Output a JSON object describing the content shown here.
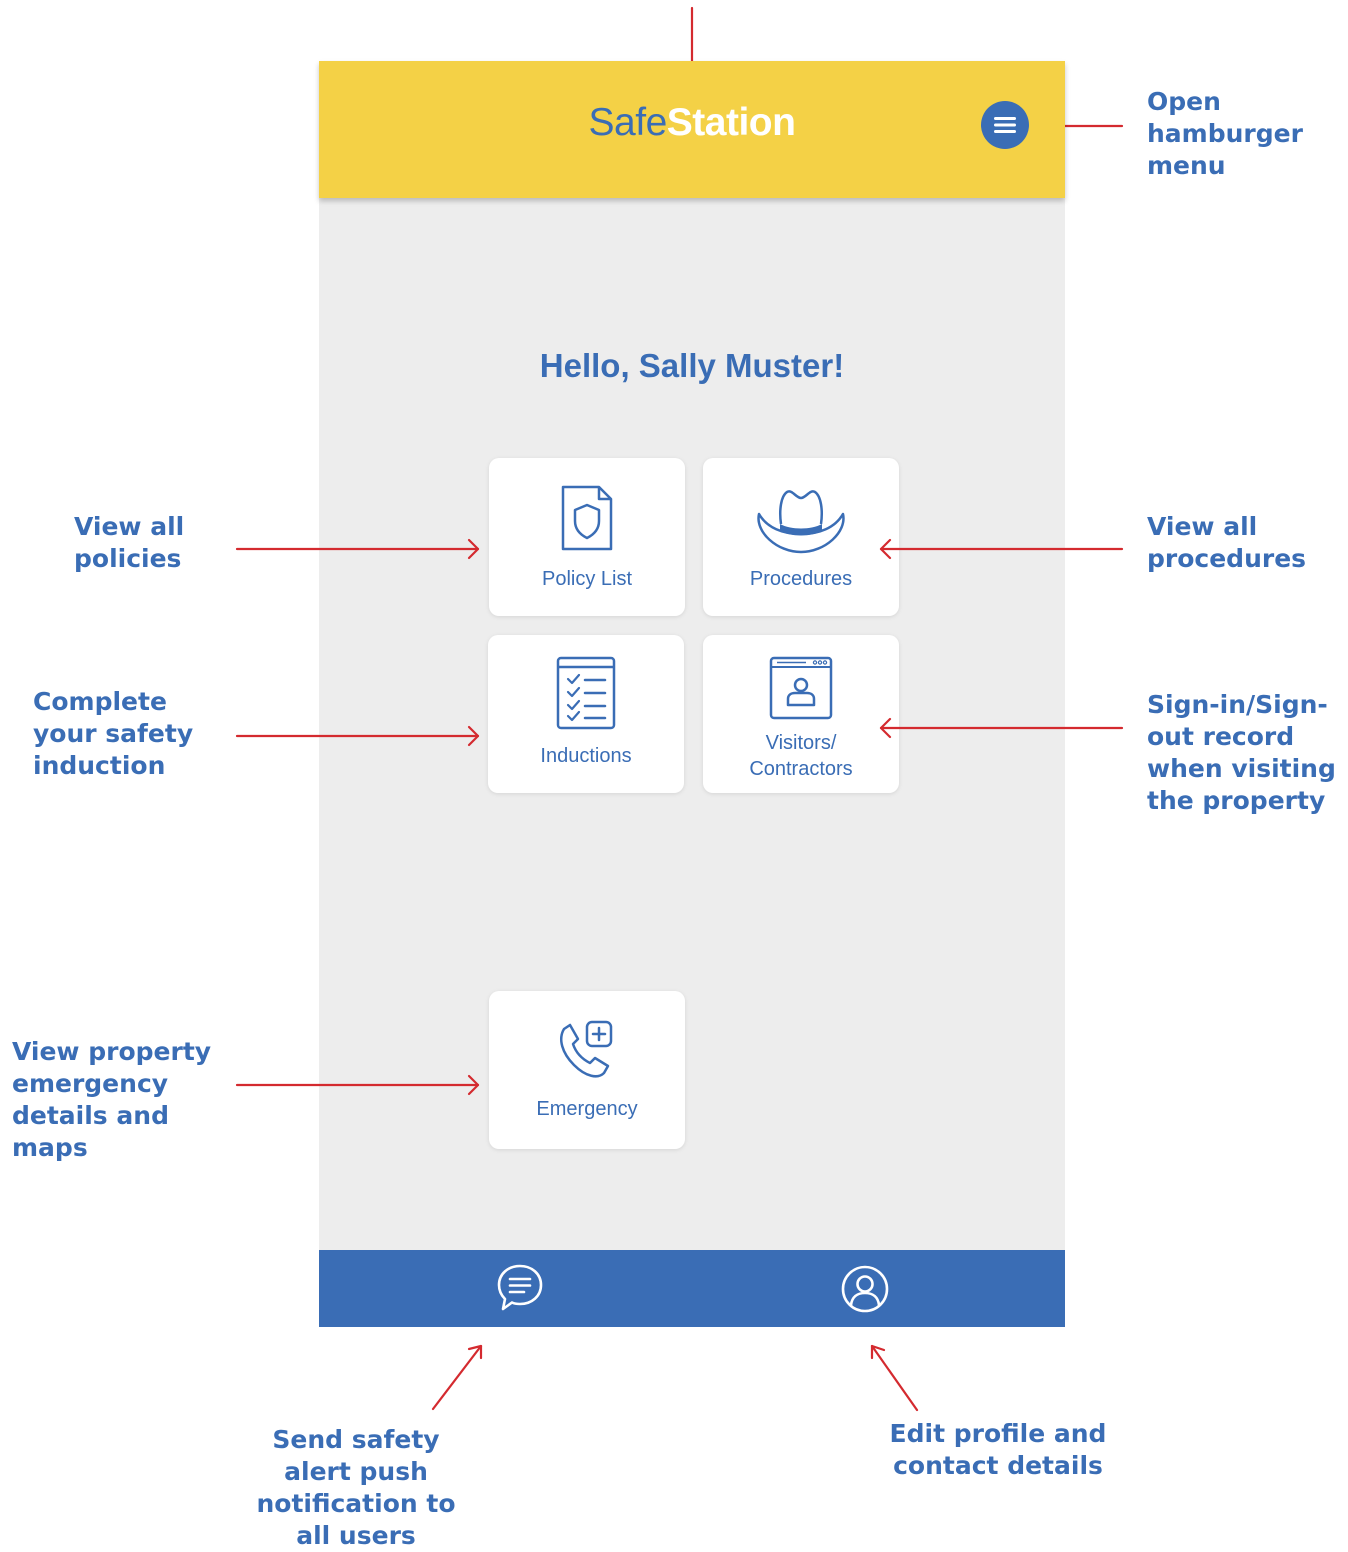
{
  "app": {
    "logo_part1": "Safe",
    "logo_part2": "Station"
  },
  "greeting": "Hello, Sally Muster!",
  "tiles": [
    {
      "label": "Policy List"
    },
    {
      "label": "Procedures"
    },
    {
      "label": "Inductions"
    },
    {
      "label_line1": "Visitors/",
      "label_line2": "Contractors"
    },
    {
      "label": "Emergency"
    }
  ],
  "annotations": {
    "menu": [
      "Open",
      "hamburger",
      "menu"
    ],
    "policies": [
      "View all",
      "policies"
    ],
    "procedures": [
      "View all",
      "procedures"
    ],
    "induction": [
      "Complete",
      "your safety",
      "induction"
    ],
    "visitors": [
      "Sign-in/Sign-",
      "out record",
      "when visiting",
      "the property"
    ],
    "emergency": [
      "View property",
      "emergency",
      "details and",
      "maps"
    ],
    "alert": [
      "Send safety",
      "alert push",
      "notification to",
      "all users"
    ],
    "profile": [
      "Edit profile and",
      "contact details"
    ]
  },
  "colors": {
    "header_yellow": "#f4d146",
    "brand_blue": "#3a6db5",
    "background_gray": "#ededed",
    "arrow_red": "#d42a2f"
  },
  "icons": {
    "menu": "hamburger-icon",
    "policy": "document-shield-icon",
    "procedures": "hat-icon",
    "inductions": "checklist-icon",
    "visitors": "visitor-badge-icon",
    "emergency": "phone-plus-icon",
    "alert": "chat-bubble-icon",
    "profile": "user-circle-icon"
  }
}
